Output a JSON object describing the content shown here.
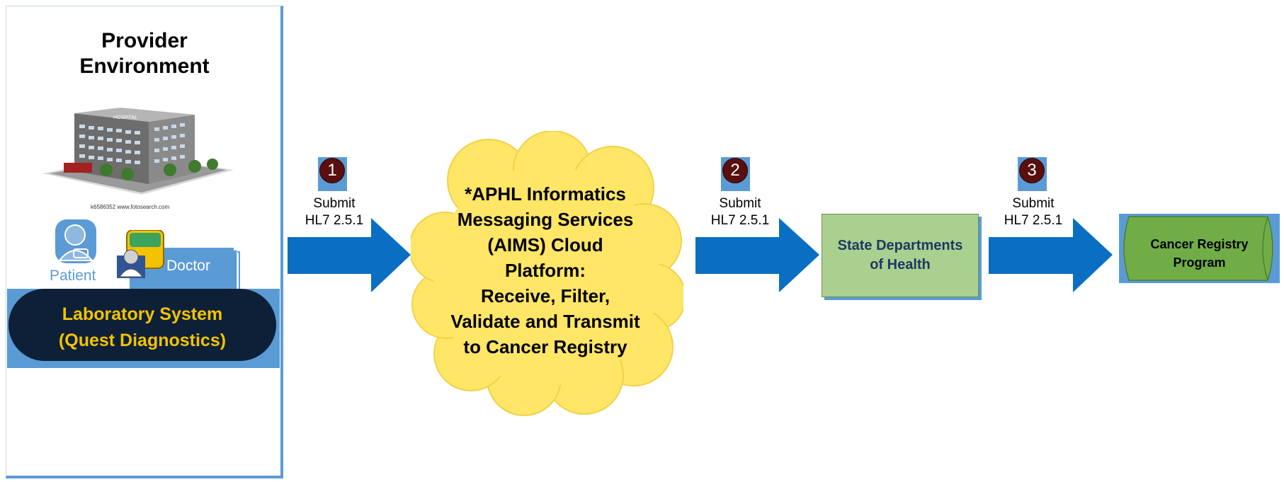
{
  "provider": {
    "title_line1": "Provider",
    "title_line2": "Environment",
    "hospital_sign": "HOSPITAL",
    "hospital_caption": "k6586352 www.fotosearch.com",
    "patient_label": "Patient",
    "doctor_label": "Doctor",
    "lab_line1": "Laboratory System",
    "lab_line2": "(Quest Diagnostics)"
  },
  "steps": [
    {
      "number": "1",
      "line1": "Submit",
      "line2": "HL7 2.5.1"
    },
    {
      "number": "2",
      "line1": "Submit",
      "line2": "HL7 2.5.1"
    },
    {
      "number": "3",
      "line1": "Submit",
      "line2": "HL7 2.5.1"
    }
  ],
  "cloud": {
    "lines": [
      "*APHL Informatics",
      "Messaging Services",
      "(AIMS) Cloud",
      "Platform:",
      "Receive, Filter,",
      "Validate and Transmit",
      "to Cancer Registry"
    ]
  },
  "state": {
    "line1": "State Departments",
    "line2": "of Health"
  },
  "registry": {
    "line1": "Cancer Registry",
    "line2": "Program"
  },
  "colors": {
    "arrow_blue": "#0a6fc2",
    "panel_blue": "#5b9bd5",
    "lab_navy": "#0d2038",
    "lab_text": "#f5c200",
    "cloud_yellow": "#ffe666",
    "state_green": "#a9d08e",
    "registry_green": "#70ad47",
    "step_circle": "#5a0f0f"
  }
}
